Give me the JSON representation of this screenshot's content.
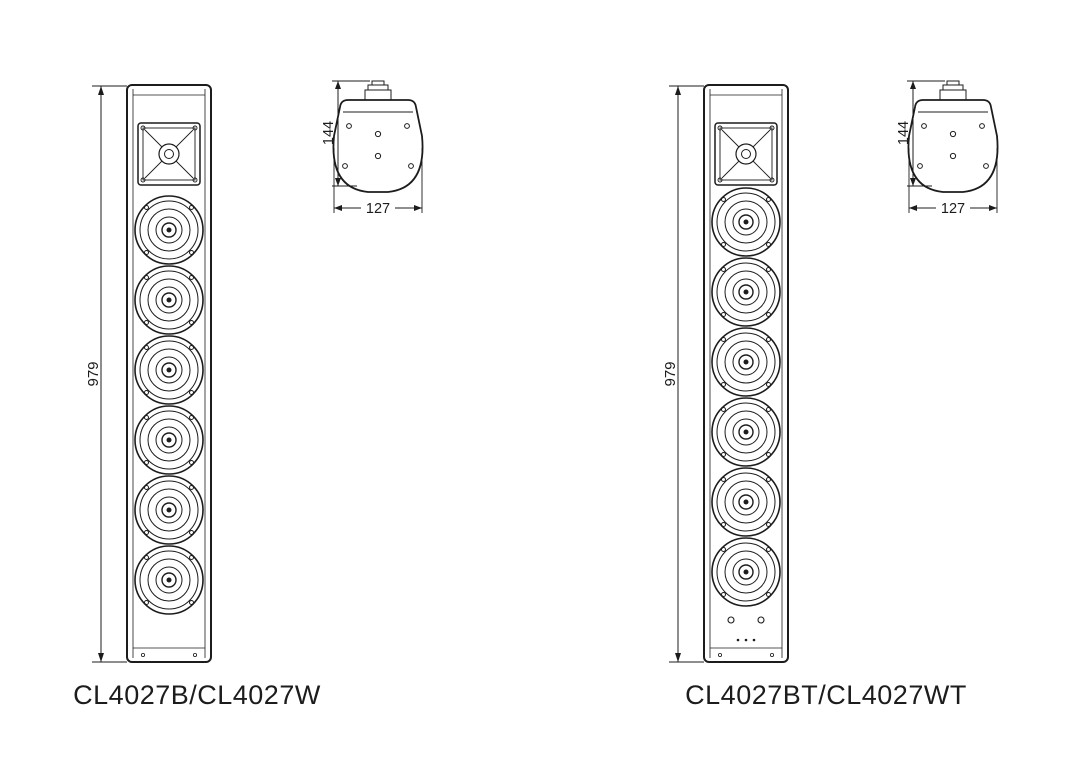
{
  "page": {
    "background": "#ffffff",
    "line_color": "#1c1c1c",
    "drawing_type": "loudspeaker dimensional line drawing"
  },
  "speakers": [
    {
      "model_label": "CL4027B/CL4027W",
      "front_view": {
        "height_dim": "979",
        "woofer_count": 6,
        "tweeter_count": 1
      },
      "top_view": {
        "depth_dim": "144",
        "width_dim": "127"
      }
    },
    {
      "model_label": "CL4027BT/CL4027WT",
      "front_view": {
        "height_dim": "979",
        "woofer_count": 6,
        "tweeter_count": 1
      },
      "top_view": {
        "depth_dim": "144",
        "width_dim": "127"
      }
    }
  ]
}
